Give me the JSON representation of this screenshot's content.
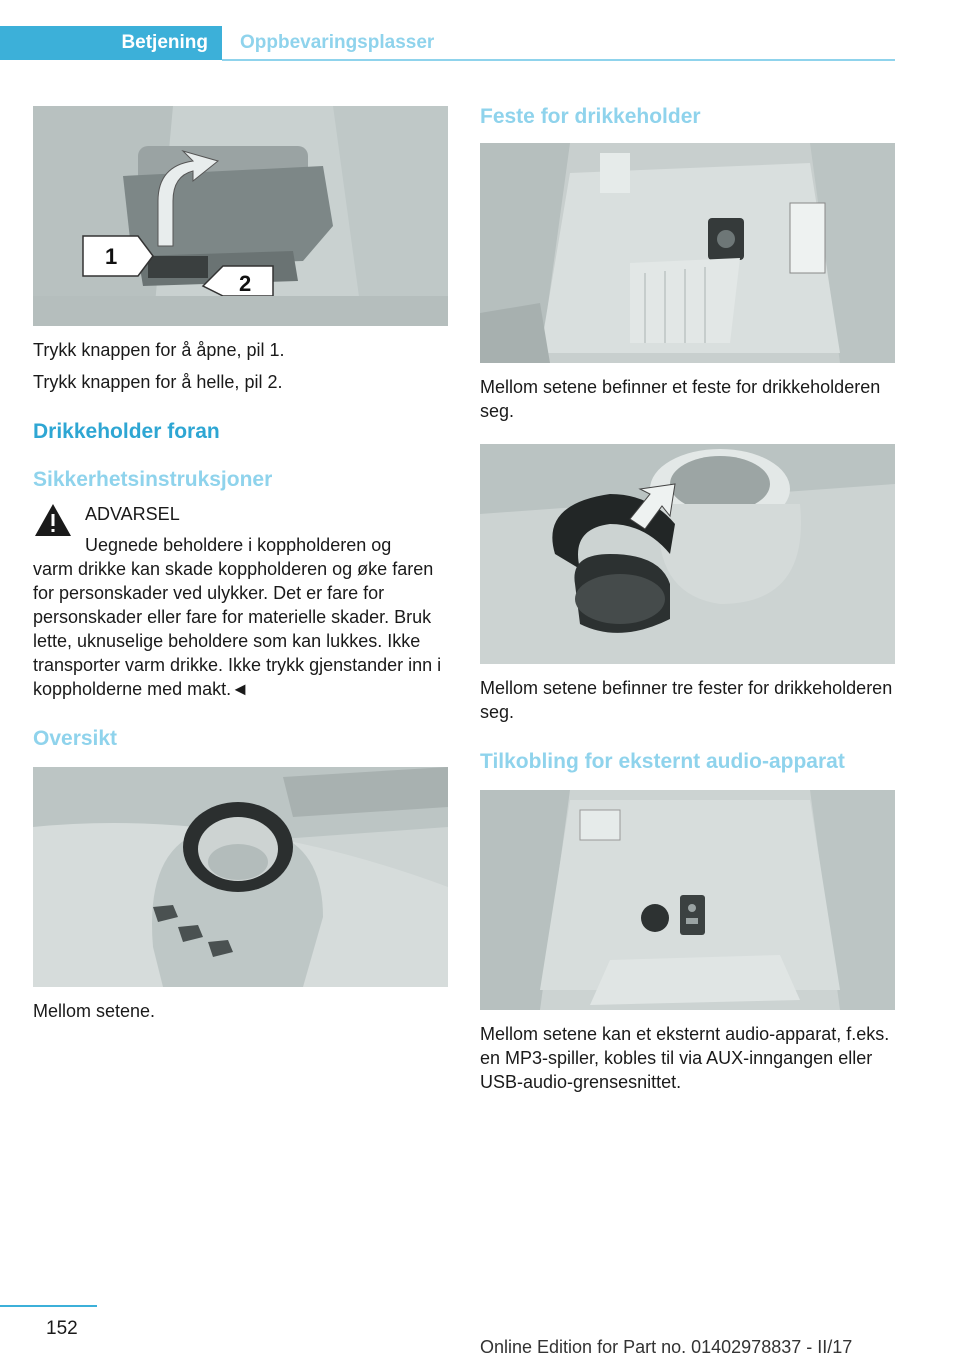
{
  "header": {
    "section": "Betjening",
    "subsection": "Oppbevaringsplasser"
  },
  "left": {
    "caption_1": "Trykk knappen for å åpne, pil 1.",
    "caption_2": "Trykk knappen for å helle, pil 2.",
    "figure_callouts": [
      "1",
      "2"
    ],
    "heading_main": "Drikkeholder foran",
    "heading_safety": "Sikkerhetsinstruksjoner",
    "warning_title": "ADVARSEL",
    "warning_text_first": "Uegnede beholdere i koppholderen og",
    "warning_text_rest": "varm drikke kan skade koppholderen og øke faren for personskader ved ulykker. Det er fare for personskader eller fare for materielle ska­der. Bruk lette, uknuselige beholdere som kan lukkes. Ikke transporter varm drikke. Ikke trykk gjenstander inn i koppholderne med makt.◄",
    "heading_overview": "Oversikt",
    "overview_caption": "Mellom setene."
  },
  "right": {
    "heading_mount": "Feste for drikkeholder",
    "mount_caption": "Mellom setene befinner et feste for drikkehol­deren seg.",
    "mount2_caption": "Mellom setene befinner tre fester for drikke­holderen seg.",
    "heading_audio": "Tilkobling for eksternt audio-apparat",
    "audio_caption": "Mellom setene kan et eksternt audio-apparat, f.eks. en MP3-spiller, kobles til via AUX-inn­gangen eller USB-audio-grensesnittet."
  },
  "footer": {
    "page_number": "152",
    "edition": "Online Edition for Part no. 01402978837 - II/17"
  },
  "colors": {
    "accent": "#3cb0d9",
    "accent_light": "#8fd3ec",
    "heading_blue": "#2ea6d3"
  },
  "icons": [
    "warning-triangle-icon",
    "arrow-icon"
  ]
}
